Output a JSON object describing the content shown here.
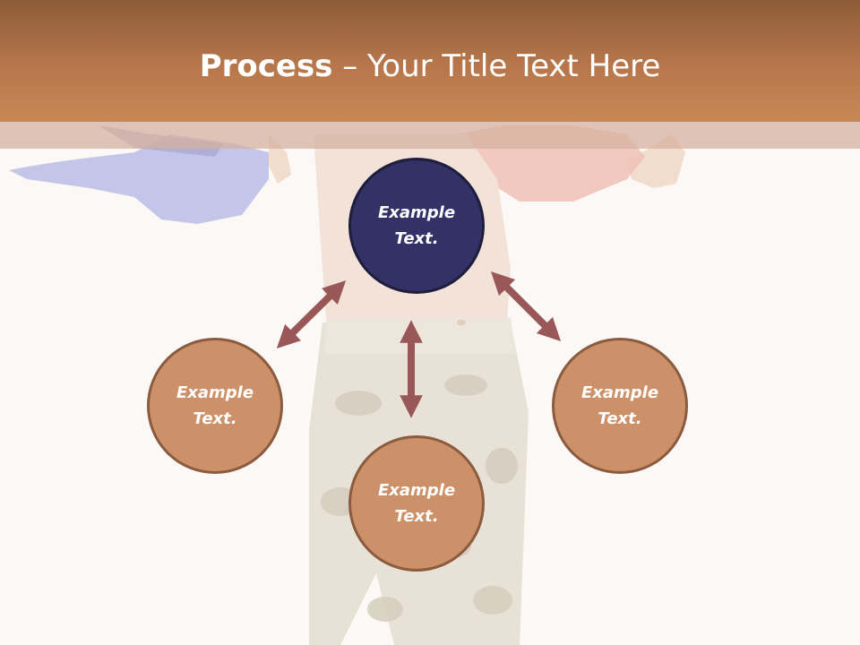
{
  "slide": {
    "title_bold": "Process",
    "title_rest": " – Your Title Text Here"
  },
  "nodes": {
    "top": {
      "text": "Example Text.",
      "color": "#333166"
    },
    "left": {
      "text": "Example Text.",
      "color": "#cc9168"
    },
    "right": {
      "text": "Example Text.",
      "color": "#cc9168"
    },
    "bottom": {
      "text": "Example Text.",
      "color": "#cc9168"
    }
  },
  "connectors": [
    {
      "from": "top",
      "to": "left",
      "type": "double-arrow"
    },
    {
      "from": "top",
      "to": "right",
      "type": "double-arrow"
    },
    {
      "from": "top",
      "to": "bottom",
      "type": "double-arrow"
    }
  ],
  "colors": {
    "title_bar": "#b8774b",
    "arrow": "#9a5757"
  }
}
